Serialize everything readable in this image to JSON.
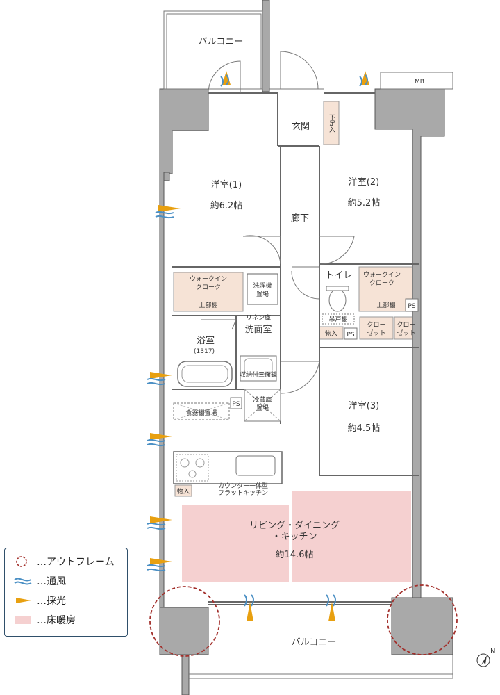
{
  "rooms": {
    "balcony_top": "バルコニー",
    "balcony_bottom": "バルコニー",
    "mb": "MB",
    "entrance": "玄関",
    "shoe_box": "下足入",
    "western1_name": "洋室(1)",
    "western1_size": "約6.2帖",
    "western2_name": "洋室(2)",
    "western2_size": "約5.2帖",
    "western3_name": "洋室(3)",
    "western3_size": "約4.5帖",
    "hallway": "廊下",
    "toilet": "トイレ",
    "walkin1_a": "ウォークイン",
    "walkin1_b": "クローク",
    "walkin2_a": "ウォークイン",
    "walkin2_b": "クローク",
    "upper_shelf": "上部棚",
    "laundry_a": "洗濯機",
    "laundry_b": "置場",
    "linen": "リネン庫",
    "washroom": "洗面室",
    "bath_name": "浴室",
    "bath_size": "(1317)",
    "closet_a": "クロー",
    "closet_b": "ゼット",
    "storage": "物入",
    "ps": "PS",
    "dish_rack": "食器棚置場",
    "fridge_a": "冷蔵庫",
    "fridge_b": "置場",
    "counter_a": "カウンター一体型",
    "counter_b": "フラットキッチン",
    "wash_bowl": "収納付三面鏡",
    "toilet_shelf": "吊戸棚",
    "ldk_a": "リビング・ダイニング",
    "ldk_b": "・キッチン",
    "ldk_size": "約14.6帖"
  },
  "legend": {
    "outframe": "…アウトフレーム",
    "ventilation": "…通風",
    "lighting": "…採光",
    "floor_heating": "…床暖房"
  },
  "compass": "N",
  "colors": {
    "wall": "#a9a9a9",
    "heating": "#f5d0d0",
    "walkin": "#f6e3d6",
    "vent": "#4a8fc4",
    "light": "#e8a010",
    "outframe": "#a3302c"
  }
}
